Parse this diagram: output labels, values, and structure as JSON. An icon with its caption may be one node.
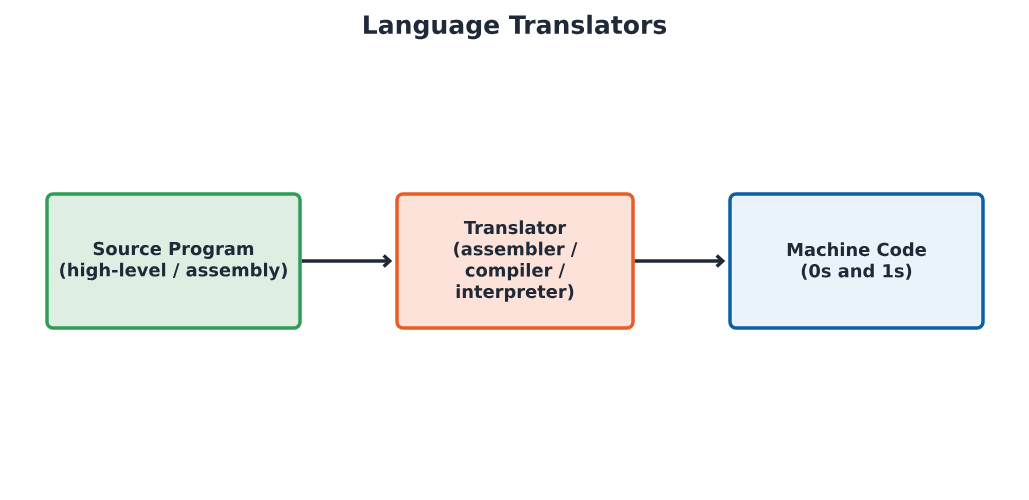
{
  "diagram": {
    "title": "Language Translators",
    "nodes": [
      {
        "text": [
          "Source Program (high-level / assembly)"
        ]
      },
      {
        "text": [
          "Translator (assembler / compiler / interpreter)"
        ]
      },
      {
        "text": [
          "Machine Code (0s and 1s)"
        ]
      }
    ],
    "edges": [
      {
        "from": 0,
        "to": 1,
        "arrow": "to"
      },
      {
        "from": 1,
        "to": 2,
        "arrow": "to"
      }
    ]
  }
}
